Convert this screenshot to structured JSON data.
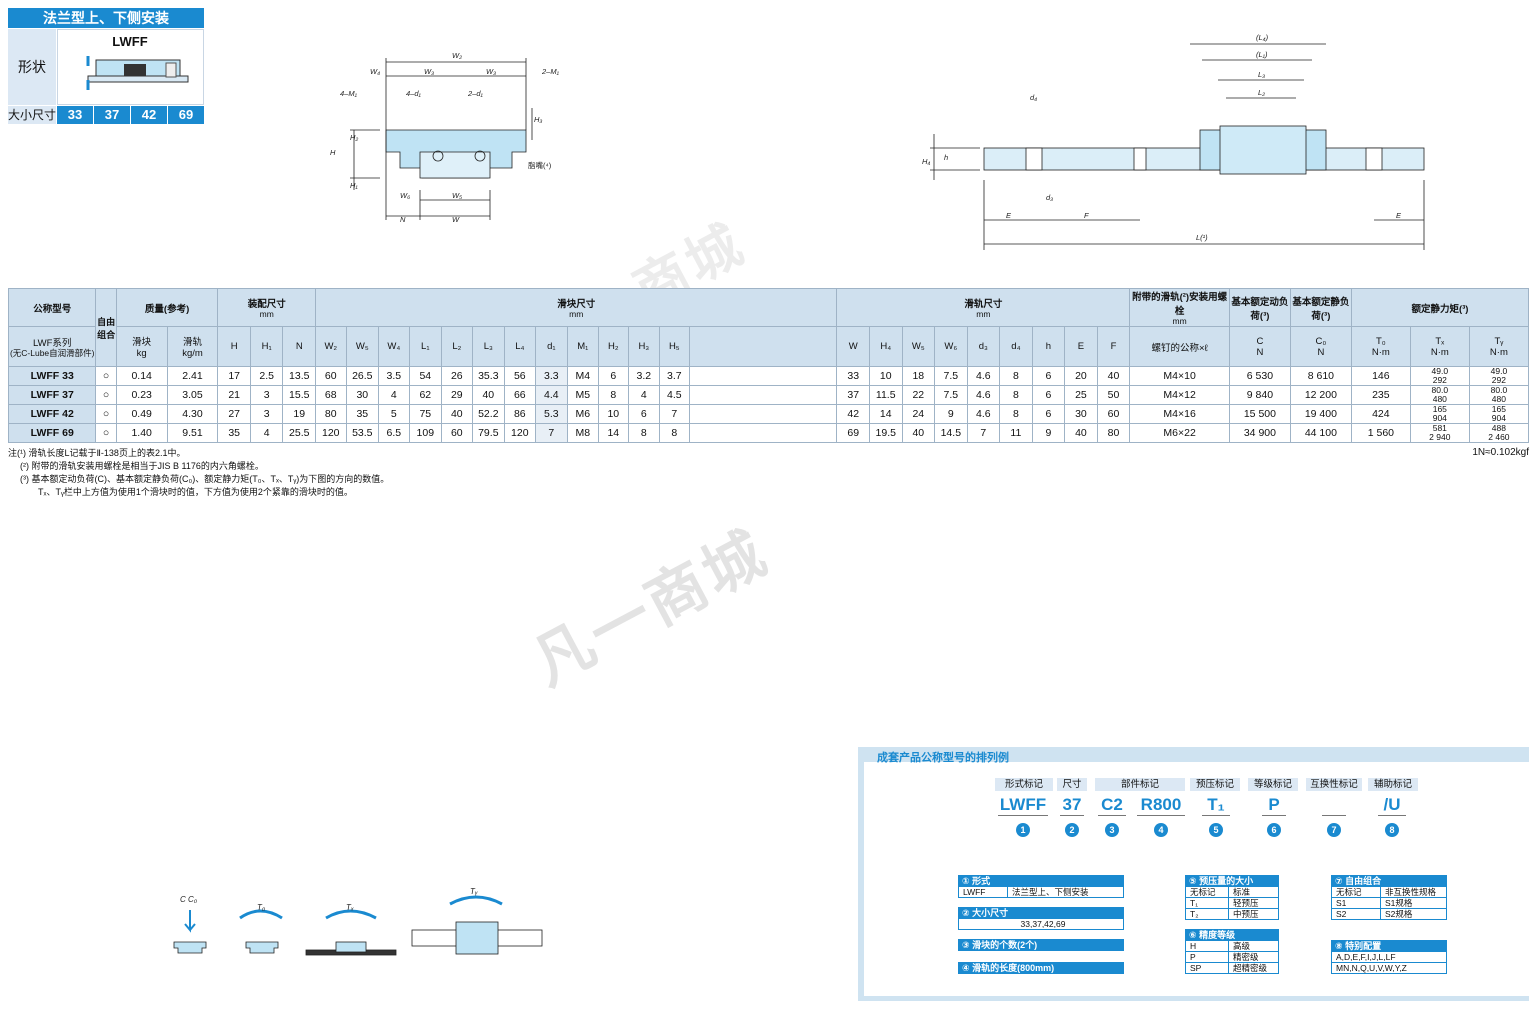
{
  "header": {
    "title": "法兰型上、下侧安装",
    "shape_label": "形状",
    "shape_name": "LWFF",
    "size_label": "大小尺寸",
    "sizes": [
      "33",
      "37",
      "42",
      "69"
    ]
  },
  "watermark": "凡一商城",
  "diagram_labels": {
    "grease": "脂嘴(⁴)",
    "W2": "W₂",
    "W3": "W₃",
    "W4": "W₄",
    "M1a": "4–M₁",
    "M1b": "2–M₁",
    "d1a": "4–d₁",
    "d1b": "2–d₁",
    "H": "H",
    "H1": "H₁",
    "H2": "H₂",
    "H3": "H₃",
    "W5": "W₅",
    "W6": "W₆",
    "N": "N",
    "W": "W",
    "L4": "(L₄)",
    "L1": "(L₁)",
    "L3": "L₃",
    "L2": "L₂",
    "d4": "d₄",
    "d3": "d₃",
    "h": "h",
    "H4": "H₄",
    "E": "E",
    "F": "F",
    "L": "L(¹)"
  },
  "table": {
    "h_model": "公称型号",
    "h_free": "自由组合",
    "h_mass": "质量(参考)",
    "h_mass_block": "滑块",
    "h_mass_block_u": "kg",
    "h_mass_rail": "滑轨",
    "h_mass_rail_u": "kg/m",
    "h_assembly": "装配尺寸",
    "h_mm": "mm",
    "h_block": "滑块尺寸",
    "h_rail": "滑轨尺寸",
    "h_bolt": "附带的滑轨(²)安装用螺栓",
    "h_bolt_u": "螺钉的公称×ℓ",
    "h_dyn": "基本额定动负荷(³)",
    "h_stat": "基本额定静负荷(³)",
    "h_moment": "额定静力矩(³)",
    "h_series": "LWF系列",
    "h_series2": "(无C-Lube自润滑部件)",
    "cols_assembly": [
      "H",
      "H₁",
      "N"
    ],
    "cols_block": [
      "W₂",
      "W₅",
      "W₄",
      "L₁",
      "L₂",
      "L₃",
      "L₄",
      "d₁",
      "M₁",
      "H₂",
      "H₃",
      "H₅"
    ],
    "cols_rail": [
      "W",
      "H₄",
      "W₅",
      "W₆",
      "d₃",
      "d₄",
      "h",
      "E",
      "F"
    ],
    "col_C": "C",
    "col_C0": "C₀",
    "col_N": "N",
    "col_T0": "T₀",
    "col_TX": "Tₓ",
    "col_TY": "Tᵧ",
    "col_Nm": "N·m",
    "rows": [
      {
        "model": "LWFF 33",
        "free": "○",
        "mb": "0.14",
        "mr": "2.41",
        "H": "17",
        "H1": "2.5",
        "N": "13.5",
        "W2": "60",
        "W5": "26.5",
        "W4": "3.5",
        "L1": "54",
        "L2": "26",
        "L3": "35.3",
        "L4": "56",
        "d1": "3.3",
        "M1": "M4",
        "H2": "6",
        "H3": "3.2",
        "H5": "3.7",
        "W": "33",
        "H4": "10",
        "RW5": "18",
        "W6": "7.5",
        "d3": "4.6",
        "d4": "8",
        "h": "6",
        "E": "20",
        "F": "40",
        "bolt": "M4×10",
        "C": "6 530",
        "C0": "8 610",
        "T0": "146",
        "TX1": "49.0",
        "TX2": "292",
        "TY1": "49.0",
        "TY2": "292"
      },
      {
        "model": "LWFF 37",
        "free": "○",
        "mb": "0.23",
        "mr": "3.05",
        "H": "21",
        "H1": "3",
        "N": "15.5",
        "W2": "68",
        "W5": "30",
        "W4": "4",
        "L1": "62",
        "L2": "29",
        "L3": "40",
        "L4": "66",
        "d1": "4.4",
        "M1": "M5",
        "H2": "8",
        "H3": "4",
        "H5": "4.5",
        "W": "37",
        "H4": "11.5",
        "RW5": "22",
        "W6": "7.5",
        "d3": "4.6",
        "d4": "8",
        "h": "6",
        "E": "25",
        "F": "50",
        "bolt": "M4×12",
        "C": "9 840",
        "C0": "12 200",
        "T0": "235",
        "TX1": "80.0",
        "TX2": "480",
        "TY1": "80.0",
        "TY2": "480"
      },
      {
        "model": "LWFF 42",
        "free": "○",
        "mb": "0.49",
        "mr": "4.30",
        "H": "27",
        "H1": "3",
        "N": "19",
        "W2": "80",
        "W5": "35",
        "W4": "5",
        "L1": "75",
        "L2": "40",
        "L3": "52.2",
        "L4": "86",
        "d1": "5.3",
        "M1": "M6",
        "H2": "10",
        "H3": "6",
        "H5": "7",
        "W": "42",
        "H4": "14",
        "RW5": "24",
        "W6": "9",
        "d3": "4.6",
        "d4": "8",
        "h": "6",
        "E": "30",
        "F": "60",
        "bolt": "M4×16",
        "C": "15 500",
        "C0": "19 400",
        "T0": "424",
        "TX1": "165",
        "TX2": "904",
        "TY1": "165",
        "TY2": "904"
      },
      {
        "model": "LWFF 69",
        "free": "○",
        "mb": "1.40",
        "mr": "9.51",
        "H": "35",
        "H1": "4",
        "N": "25.5",
        "W2": "120",
        "W5": "53.5",
        "W4": "6.5",
        "L1": "109",
        "L2": "60",
        "L3": "79.5",
        "L4": "120",
        "d1": "7",
        "M1": "M8",
        "H2": "14",
        "H3": "8",
        "H5": "8",
        "W": "69",
        "H4": "19.5",
        "RW5": "40",
        "W6": "14.5",
        "d3": "7",
        "d4": "11",
        "h": "9",
        "E": "40",
        "F": "80",
        "bolt": "M6×22",
        "C": "34 900",
        "C0": "44 100",
        "T0": "1 560",
        "TX1": "581",
        "TX2": "2 940",
        "TY1": "488",
        "TY2": "2 460"
      }
    ]
  },
  "notes": [
    "注(¹)  滑轨长度L记载于Ⅱ-138页上的表2.1中。",
    "(²)  附带的滑轨安装用螺栓是相当于JIS B 1176的内六角螺栓。",
    "(³)  基本额定动负荷(C)、基本额定静负荷(C₀)、额定静力矩(T₀、Tₓ、Tᵧ)为下图的方向的数值。",
    "Tₓ、Tᵧ栏中上方值为使用1个滑块时的值，下方值为使用2个紧靠的滑块时的值。"
  ],
  "unit_note": "1N≈0.102kgf",
  "load_labels": {
    "C": "C  C₀",
    "TR": "T₀",
    "TX": "Tₓ",
    "TY": "Tᵧ"
  },
  "code": {
    "title": "成套产品公称型号的排列例",
    "labels": [
      "形式标记",
      "尺寸",
      "部件标记",
      "预压标记",
      "等级标记",
      "互换性标记",
      "辅助标记"
    ],
    "values": [
      "LWFF",
      "37",
      "C2",
      "R800",
      "T₁",
      "P",
      "",
      "/U"
    ],
    "nums": [
      "1",
      "2",
      "3",
      "4",
      "5",
      "6",
      "7",
      "8"
    ]
  },
  "legend": {
    "b1_title": "① 形式",
    "b1_c1": "LWFF",
    "b1_c2": "法兰型上、下侧安装",
    "b2_title": "② 大小尺寸",
    "b2_val": "33,37,42,69",
    "b3_title": "③ 滑块的个数(2个)",
    "b4_title": "④ 滑轨的长度(800mm)",
    "b5_title": "⑤ 预压量的大小",
    "b5_rows": [
      [
        "无标记",
        "标准"
      ],
      [
        "T₁",
        "轻预压"
      ],
      [
        "T₂",
        "中预压"
      ]
    ],
    "b6_title": "⑥ 精度等级",
    "b6_rows": [
      [
        "H",
        "高级"
      ],
      [
        "P",
        "精密级"
      ],
      [
        "SP",
        "超精密级"
      ]
    ],
    "b7_title": "⑦ 自由组合",
    "b7_rows": [
      [
        "无标记",
        "非互换性规格"
      ],
      [
        "S1",
        "S1规格"
      ],
      [
        "S2",
        "S2规格"
      ]
    ],
    "b8_title": "⑧ 特别配置",
    "b8_rows": [
      "A,D,E,F,I,J,L,LF",
      "MN,N,Q,U,V,W,Y,Z"
    ]
  },
  "colors": {
    "accent": "#1a8ad0",
    "header_bg": "#cfe0ee",
    "part_fill": "#bfe3f4"
  }
}
